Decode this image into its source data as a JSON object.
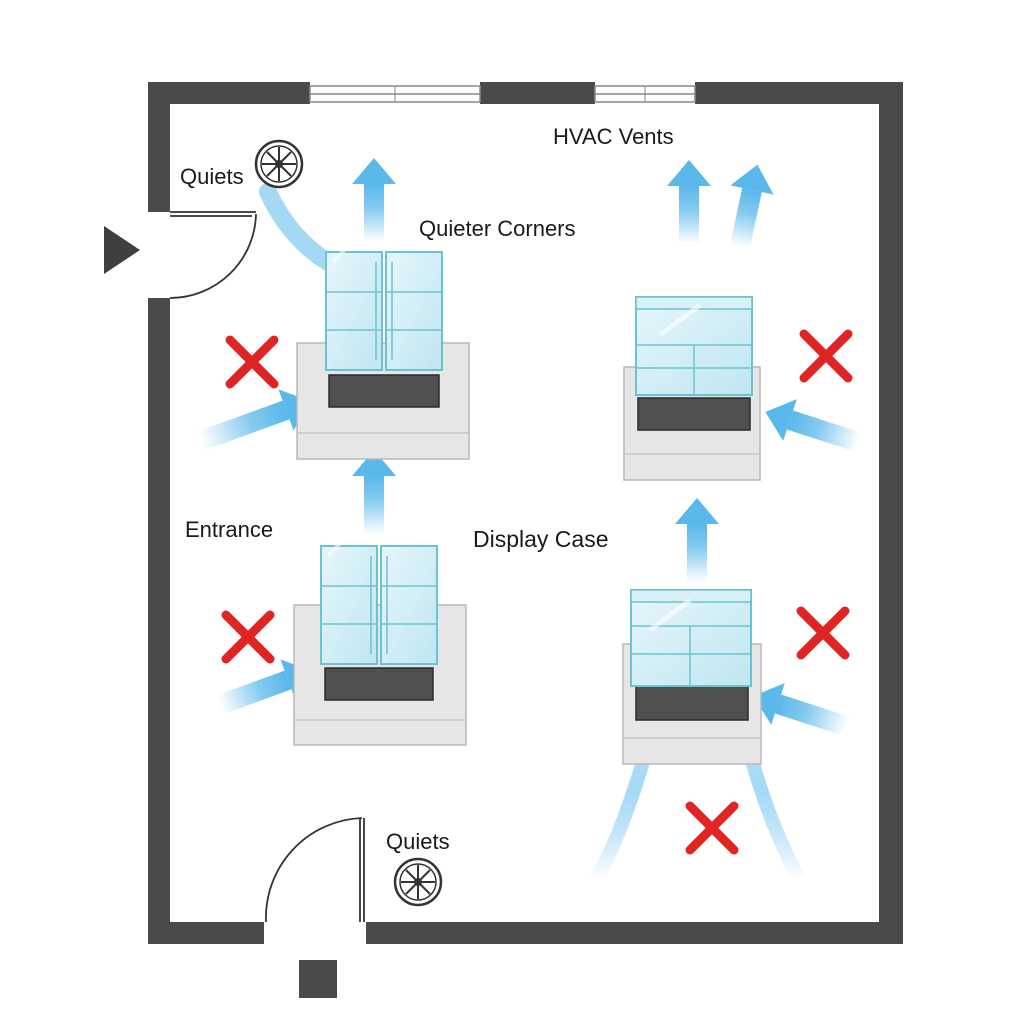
{
  "labels": {
    "quiets_top": "Quiets",
    "quieter_corners": "Quieter Corners",
    "hvac_vents": "HVAC Vents",
    "entrance": "Entrance",
    "display_case": "Display Case",
    "quiets_bottom": "Quiets"
  },
  "colors": {
    "wall": "#4a4a4a",
    "airflow": "#5ab8ea",
    "no_mark": "#e02424",
    "glass": "#cdebf4",
    "glass_edge": "#6cc3cf",
    "base": "#e6e6e6",
    "compressor": "#505050"
  },
  "icons": [
    "fan-icon",
    "entrance-marker-icon",
    "x-mark-icon",
    "airflow-arrow-icon",
    "display-case-icon",
    "door-swing-icon"
  ]
}
